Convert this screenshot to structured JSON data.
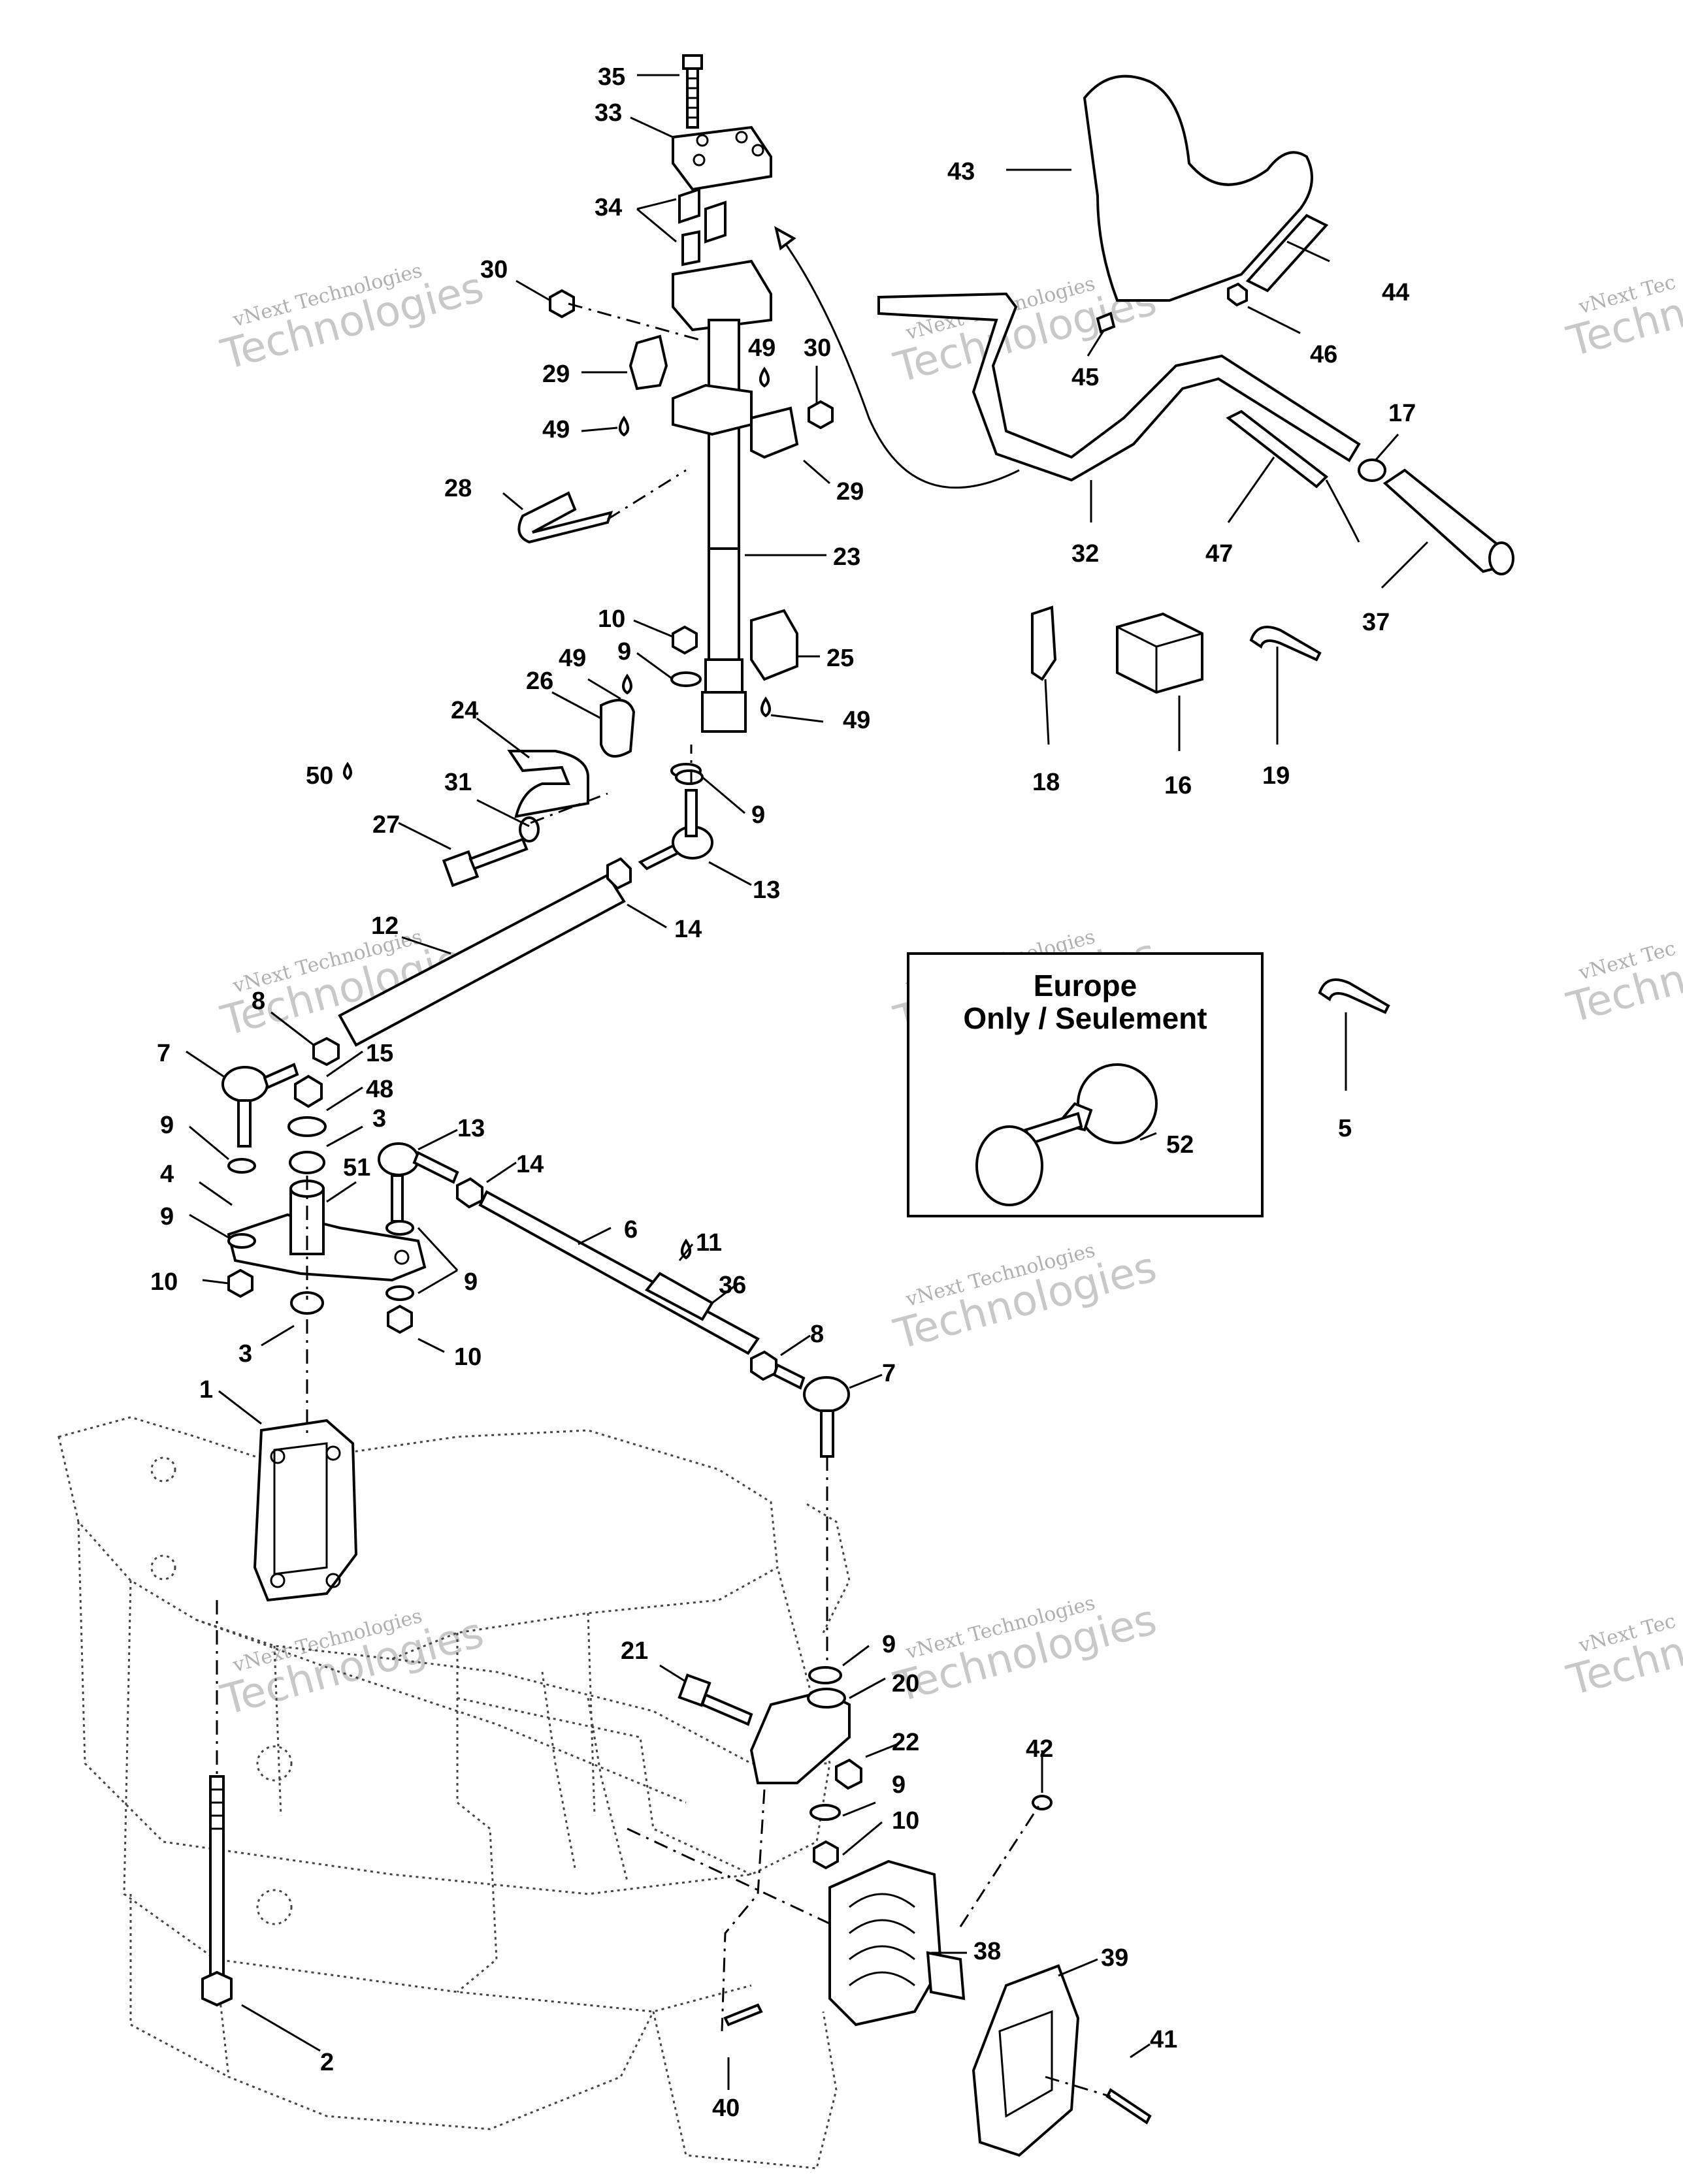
{
  "watermarks": [
    {
      "line1": "vNext Technologies",
      "line2": "Technologies"
    },
    {
      "line1": "vNext Technologies",
      "line2": "Technologies"
    },
    {
      "line1": "vNext Technologies",
      "line2": "Technologies"
    },
    {
      "line1": "vNext Technologies",
      "line2": "Technologies"
    },
    {
      "line1": "vNext Technologies",
      "line2": "Technologies"
    },
    {
      "line1": "vNext Technologies",
      "line2": "Technologies"
    },
    {
      "line1": "vNext Technologies",
      "line2": "Technologies"
    },
    {
      "line1": "vNext Tec",
      "line2": "Technolo"
    },
    {
      "line1": "vNext Tec",
      "line2": "Technolo"
    },
    {
      "line1": "vNext Tec",
      "line2": "Technolo"
    }
  ],
  "inset": {
    "title_line1": "Europe",
    "title_line2": "Only / Seulement"
  },
  "callouts": [
    "35",
    "33",
    "34",
    "30",
    "29",
    "49",
    "30",
    "49",
    "29",
    "28",
    "23",
    "10",
    "9",
    "25",
    "49",
    "26",
    "24",
    "49",
    "50",
    "31",
    "27",
    "9",
    "13",
    "14",
    "12",
    "8",
    "7",
    "15",
    "48",
    "3",
    "9",
    "4",
    "51",
    "13",
    "14",
    "9",
    "9",
    "10",
    "10",
    "6",
    "11",
    "36",
    "3",
    "8",
    "7",
    "1",
    "21",
    "20",
    "9",
    "22",
    "9",
    "10",
    "2",
    "42",
    "38",
    "39",
    "40",
    "41",
    "43",
    "44",
    "46",
    "45",
    "17",
    "32",
    "47",
    "37",
    "18",
    "16",
    "19",
    "52",
    "5"
  ]
}
